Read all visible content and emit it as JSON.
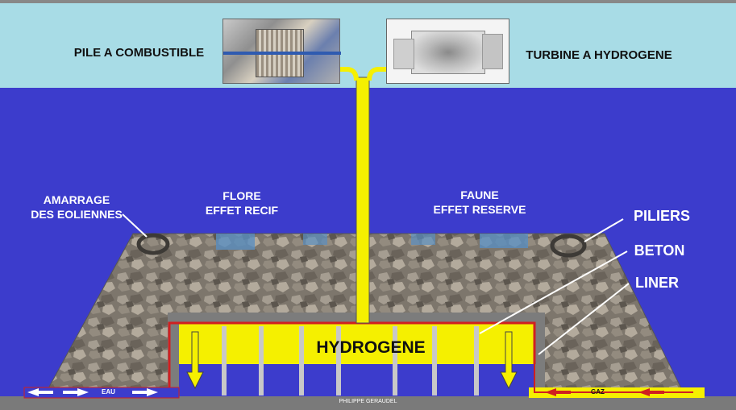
{
  "labels": {
    "pile": "PILE A COMBUSTIBLE",
    "turbine": "TURBINE A HYDROGENE",
    "amarrage_l1": "AMARRAGE",
    "amarrage_l2": "DES EOLIENNES",
    "flore_l1": "FLORE",
    "flore_l2": "EFFET RECIF",
    "faune_l1": "FAUNE",
    "faune_l2": "EFFET RESERVE",
    "piliers": "PILIERS",
    "beton": "BETON",
    "liner": "LINER",
    "hydrogene": "HYDROGENE",
    "eau": "EAU",
    "gaz": "GAZ",
    "credit": "PHILIPPE GERAUDEL"
  },
  "colors": {
    "sky": "#a8dce6",
    "sea": "#3c3ccc",
    "hydrogen": "#f5f000",
    "liner": "#d02020",
    "concrete": "#808080",
    "rock": "#8a8378"
  },
  "icons": {
    "fuel_cell_photo": "fuel-cell-photo",
    "turbine_photo": "turbine-photo"
  }
}
